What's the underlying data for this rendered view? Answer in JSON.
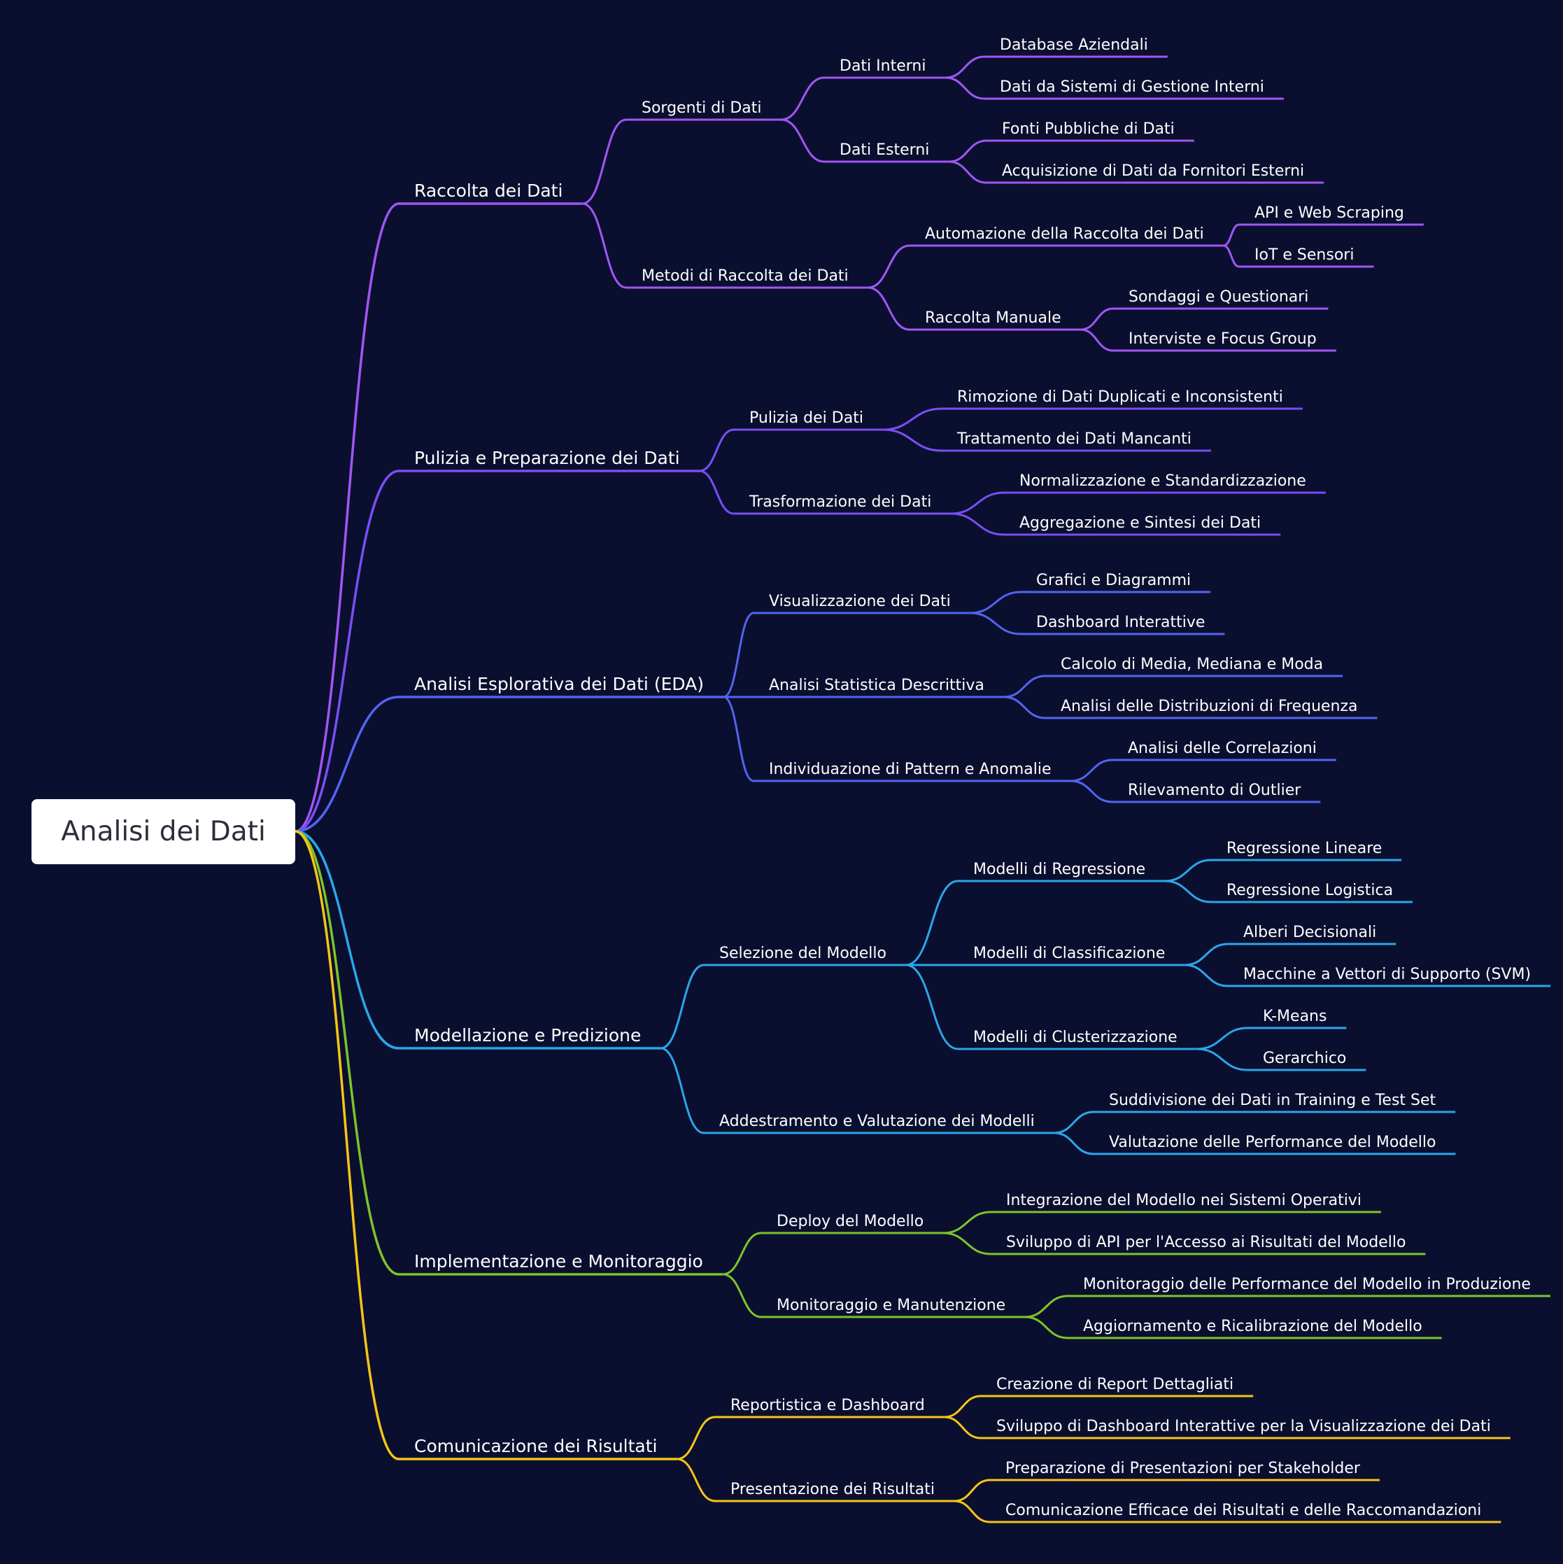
{
  "root": {
    "label": "Analisi dei Dati"
  },
  "colors": {
    "background": "#0b0f2f",
    "root_box": "#ffffff",
    "raccolta": "#a056f4",
    "pulizia": "#7a4ef4",
    "eda": "#5264f0",
    "modellazione": "#2ba6ea",
    "implementazione": "#7dc42a",
    "comunicazione": "#f6c518"
  },
  "branches": [
    {
      "label": "Raccolta dei Dati",
      "color": "#a056f4",
      "children": [
        {
          "label": "Sorgenti di Dati",
          "children": [
            {
              "label": "Dati Interni",
              "children": [
                {
                  "label": "Database Aziendali"
                },
                {
                  "label": "Dati da Sistemi di Gestione Interni"
                }
              ]
            },
            {
              "label": "Dati Esterni",
              "children": [
                {
                  "label": "Fonti Pubbliche di Dati"
                },
                {
                  "label": "Acquisizione di Dati da Fornitori Esterni"
                }
              ]
            }
          ]
        },
        {
          "label": "Metodi di Raccolta dei Dati",
          "children": [
            {
              "label": "Automazione della Raccolta dei Dati",
              "children": [
                {
                  "label": "API e Web Scraping"
                },
                {
                  "label": "IoT e Sensori"
                }
              ]
            },
            {
              "label": "Raccolta Manuale",
              "children": [
                {
                  "label": "Sondaggi e Questionari"
                },
                {
                  "label": "Interviste e Focus Group"
                }
              ]
            }
          ]
        }
      ]
    },
    {
      "label": "Pulizia e Preparazione dei Dati",
      "color": "#7a4ef4",
      "children": [
        {
          "label": "Pulizia dei Dati",
          "children": [
            {
              "label": "Rimozione di Dati Duplicati e Inconsistenti"
            },
            {
              "label": "Trattamento dei Dati Mancanti"
            }
          ]
        },
        {
          "label": "Trasformazione dei Dati",
          "children": [
            {
              "label": "Normalizzazione e Standardizzazione"
            },
            {
              "label": "Aggregazione e Sintesi dei Dati"
            }
          ]
        }
      ]
    },
    {
      "label": "Analisi Esplorativa dei Dati (EDA)",
      "color": "#5264f0",
      "children": [
        {
          "label": "Visualizzazione dei Dati",
          "children": [
            {
              "label": "Grafici e Diagrammi"
            },
            {
              "label": "Dashboard Interattive"
            }
          ]
        },
        {
          "label": "Analisi Statistica Descrittiva",
          "children": [
            {
              "label": "Calcolo di Media, Mediana e Moda"
            },
            {
              "label": "Analisi delle Distribuzioni di Frequenza"
            }
          ]
        },
        {
          "label": "Individuazione di Pattern e Anomalie",
          "children": [
            {
              "label": "Analisi delle Correlazioni"
            },
            {
              "label": "Rilevamento di Outlier"
            }
          ]
        }
      ]
    },
    {
      "label": "Modellazione e Predizione",
      "color": "#2ba6ea",
      "children": [
        {
          "label": "Selezione del Modello",
          "children": [
            {
              "label": "Modelli di Regressione",
              "children": [
                {
                  "label": "Regressione Lineare"
                },
                {
                  "label": "Regressione Logistica"
                }
              ]
            },
            {
              "label": "Modelli di Classificazione",
              "children": [
                {
                  "label": "Alberi Decisionali"
                },
                {
                  "label": "Macchine a Vettori di Supporto (SVM)"
                }
              ]
            },
            {
              "label": "Modelli di Clusterizzazione",
              "children": [
                {
                  "label": "K-Means"
                },
                {
                  "label": "Gerarchico"
                }
              ]
            }
          ]
        },
        {
          "label": "Addestramento e Valutazione dei Modelli",
          "children": [
            {
              "label": "Suddivisione dei Dati in Training e Test Set"
            },
            {
              "label": "Valutazione delle Performance del Modello"
            }
          ]
        }
      ]
    },
    {
      "label": "Implementazione e Monitoraggio",
      "color": "#7dc42a",
      "children": [
        {
          "label": "Deploy del Modello",
          "children": [
            {
              "label": "Integrazione del Modello nei Sistemi Operativi"
            },
            {
              "label": "Sviluppo di API per l'Accesso ai Risultati del Modello"
            }
          ]
        },
        {
          "label": "Monitoraggio e Manutenzione",
          "children": [
            {
              "label": "Monitoraggio delle Performance del Modello in Produzione"
            },
            {
              "label": "Aggiornamento e Ricalibrazione del Modello"
            }
          ]
        }
      ]
    },
    {
      "label": "Comunicazione dei Risultati",
      "color": "#f6c518",
      "children": [
        {
          "label": "Reportistica e Dashboard",
          "children": [
            {
              "label": "Creazione di Report Dettagliati"
            },
            {
              "label": "Sviluppo di Dashboard Interattive per la Visualizzazione dei Dati"
            }
          ]
        },
        {
          "label": "Presentazione dei Risultati",
          "children": [
            {
              "label": "Preparazione di Presentazioni per Stakeholder"
            },
            {
              "label": "Comunicazione Efficace dei Risultati e delle Raccomandazioni"
            }
          ]
        }
      ]
    }
  ]
}
